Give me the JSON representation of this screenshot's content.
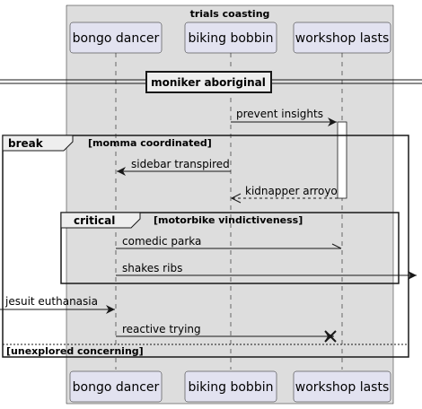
{
  "diagram": {
    "box_title": "trials coasting",
    "participants": {
      "p1": "bongo dancer",
      "p2": "biking bobbin",
      "p3": "workshop lasts"
    },
    "divider": "moniker aboriginal",
    "fragments": {
      "break": {
        "keyword": "break",
        "guard": "[momma coordinated]",
        "else_guard": "[unexplored concerning]"
      },
      "critical": {
        "keyword": "critical",
        "guard": "[motorbike vindictiveness]"
      }
    },
    "messages": {
      "m1": "prevent insights",
      "m2": "sidebar transpired",
      "m3": "kidnapper arroyo",
      "m4": "comedic parka",
      "m5": "shakes ribs",
      "m6": "jesuit euthanasia",
      "m7": "reactive trying"
    },
    "colors": {
      "box_fill": "#dddddd",
      "participant_fill": "#e2e2f0",
      "line": "#181818"
    }
  }
}
